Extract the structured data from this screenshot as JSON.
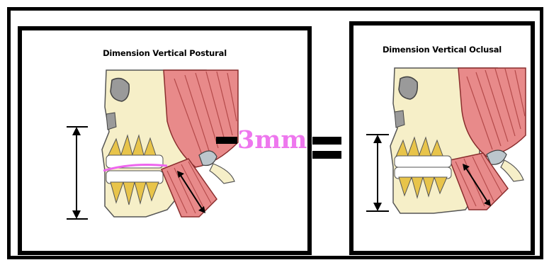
{
  "left_panel": {
    "title": "Dimension Vertical Postural"
  },
  "right_panel": {
    "title": "Dimension Vertical Oclusal"
  },
  "operator": {
    "minus_value": "3mm",
    "equals": "="
  },
  "colors": {
    "bone": "#f6efc8",
    "muscle": "#e88a8a",
    "muscle_stripe": "#b44a4a",
    "tooth": "#ffffff",
    "root": "#e8c44a",
    "accent": "#ee77ee",
    "eye": "#9a9a9a"
  }
}
